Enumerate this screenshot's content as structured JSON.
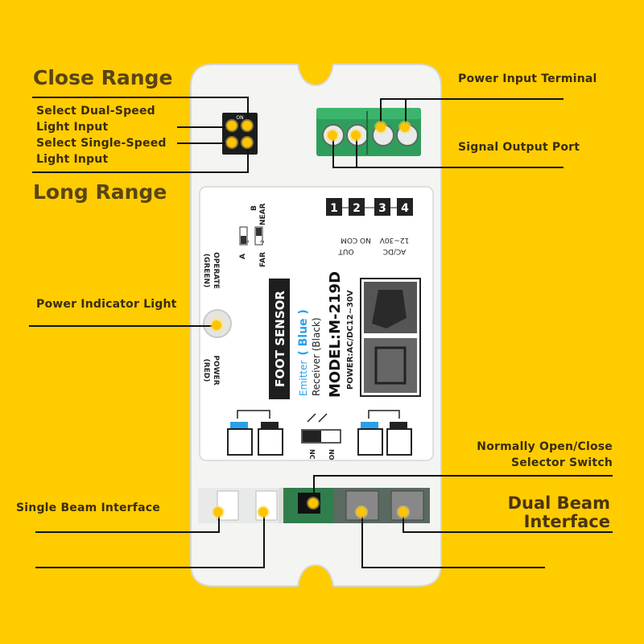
{
  "labels": {
    "close_range": "Close Range",
    "long_range": "Long Range",
    "dual_speed_1": "Select Dual-Speed",
    "dual_speed_2": "Light Input",
    "single_speed_1": "Select Single-Speed",
    "single_speed_2": "Light Input",
    "power_input": "Power Input Terminal",
    "signal_output": "Signal Output Port",
    "power_indicator": "Power Indicator Light",
    "no_nc_1": "Normally Open/Close",
    "no_nc_2": "Selector Switch",
    "single_beam": "Single Beam Interface",
    "dual_beam_1": "Dual Beam",
    "dual_beam_2": "Interface"
  },
  "device": {
    "product": "FOOT SENSOR",
    "emitter_prefix": "Emitter",
    "emitter_color": "( Blue )",
    "receiver": "Receiver (Black)",
    "model": "MODEL:M-219D",
    "power_spec": "POWER:AC/DC12~30V",
    "terminals": [
      "1",
      "2",
      "3",
      "4"
    ],
    "out_label": "OUT",
    "no_com": "NO COM",
    "voltage": "12~30V",
    "acdc": "AC/DC",
    "operate_1": "OPERATE",
    "operate_2": "(GREEN)",
    "power_1": "POWER",
    "power_2": "(RED)",
    "dip_near": "NEAR",
    "dip_far": "FAR",
    "dip_a": "A",
    "dip_b": "B",
    "dip_on": "ON",
    "dip_1": "1",
    "dip_2": "2",
    "nc": "NC",
    "no": "NO"
  },
  "colors": {
    "background": "#FFCC00",
    "highlight_dot": "#FFC400",
    "emitter_blue": "#2aa0e8",
    "terminal_green": "#2f9e5c"
  }
}
